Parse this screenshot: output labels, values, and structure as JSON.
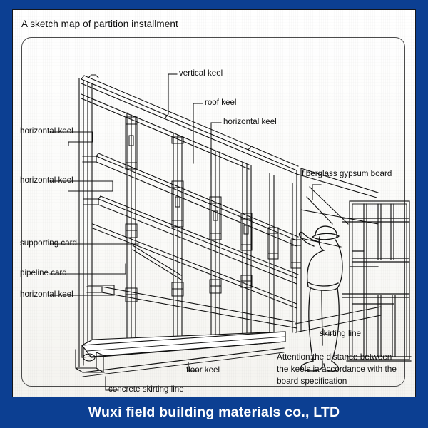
{
  "image": {
    "border_color": "#0c3f92",
    "sheet_color": "#ffffff",
    "ink_color": "#111111"
  },
  "sheet": {
    "title": "A sketch map of partition installment"
  },
  "footer": {
    "company": "Wuxi field building materials co., LTD"
  },
  "labels": {
    "vertical_keel": "vertical keel",
    "roof_keel": "roof keel",
    "horizontal_keel_top_right": "horizontal keel",
    "horizontal_keel_1": "horizontal keel",
    "horizontal_keel_2": "horizontal keel",
    "supporting_card": "supporting card",
    "pipeline_card": "pipeline card",
    "horizontal_keel_3": "horizontal keel",
    "fiberglass_gypsum_board": "fiberglass gypsum board",
    "skirting_line": "skirting line",
    "floor_keel": "floor keel",
    "concrete_skirting_line": "concrete skirting line"
  },
  "attention": {
    "text": "Attention:the distance between the keels ia accordance with the board specification"
  }
}
